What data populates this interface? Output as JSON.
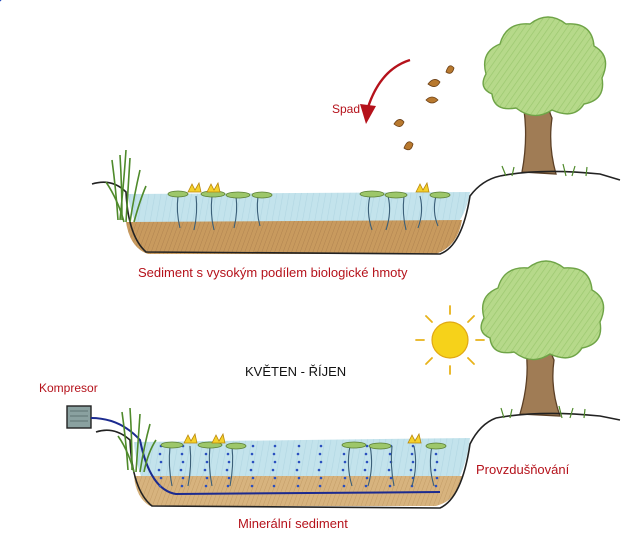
{
  "colors": {
    "label_red": "#b5121b",
    "label_dark": "#111111",
    "water": "#bfe0ea",
    "sediment_organic": "#c89a5e",
    "sediment_mineral": "#d7b37e",
    "leaf_green": "#b6d98a",
    "trunk": "#8a6a48",
    "sun": "#f6d21a",
    "air_bubbles": "#2a4fbf",
    "air_hose": "#1b2a8f"
  },
  "top_scene": {
    "fall_label": "Spad",
    "sediment_label": "Sediment s vysokým podílem biologické hmoty"
  },
  "bottom_scene": {
    "season_label": "KVĚTEN - ŘÍJEN",
    "compressor_label": "Kompresor",
    "aeration_label": "Provzdušňování",
    "sediment_label": "Minerální sediment"
  },
  "icons": [
    "tree-icon",
    "sun-icon",
    "falling-leaf-icon",
    "reed-icon",
    "water-lily-icon",
    "compressor-icon",
    "curved-arrow-icon"
  ]
}
